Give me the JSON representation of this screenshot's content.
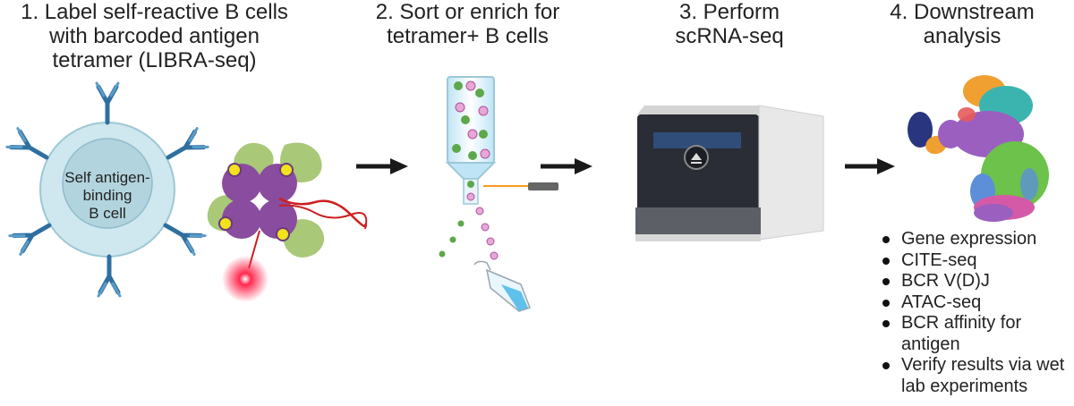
{
  "steps": [
    {
      "title_lines": [
        "1.  Label self-reactive B cells",
        "with barcoded antigen",
        "tetramer (LIBRA-seq)"
      ]
    },
    {
      "title_lines": [
        "2. Sort or enrich for",
        "tetramer+ B cells"
      ]
    },
    {
      "title_lines": [
        "3. Perform",
        "scRNA-seq"
      ]
    },
    {
      "title_lines": [
        "4. Downstream",
        "analysis"
      ]
    }
  ],
  "cell_label_lines": [
    "Self antigen-",
    "binding",
    "B cell"
  ],
  "analysis_items": [
    "Gene expression",
    "CITE-seq",
    "BCR V(D)J",
    "ATAC-seq",
    "BCR affinity for antigen",
    "Verify results via wet lab experiments"
  ],
  "colors": {
    "cell_outer": "#cfe7ee",
    "cell_nucleus": "#b2d4de",
    "antibody": "#2f6fa0",
    "tetramer_core": "#8a4c9e",
    "antigen": "#a9c878",
    "label_dot": "#f2e21c",
    "fluor": "#ff2a50",
    "dna": "#cc1f1f",
    "arrow": "#1a1a1a",
    "machine_body": "#e6e6e6",
    "machine_screen": "#2b2f3a",
    "umap_green": "#6cc24a",
    "umap_purple": "#9b5fc0",
    "umap_navy": "#1e2a78",
    "umap_orange": "#f0a030",
    "umap_pink": "#d45aa8",
    "umap_teal": "#3bb4b0"
  }
}
